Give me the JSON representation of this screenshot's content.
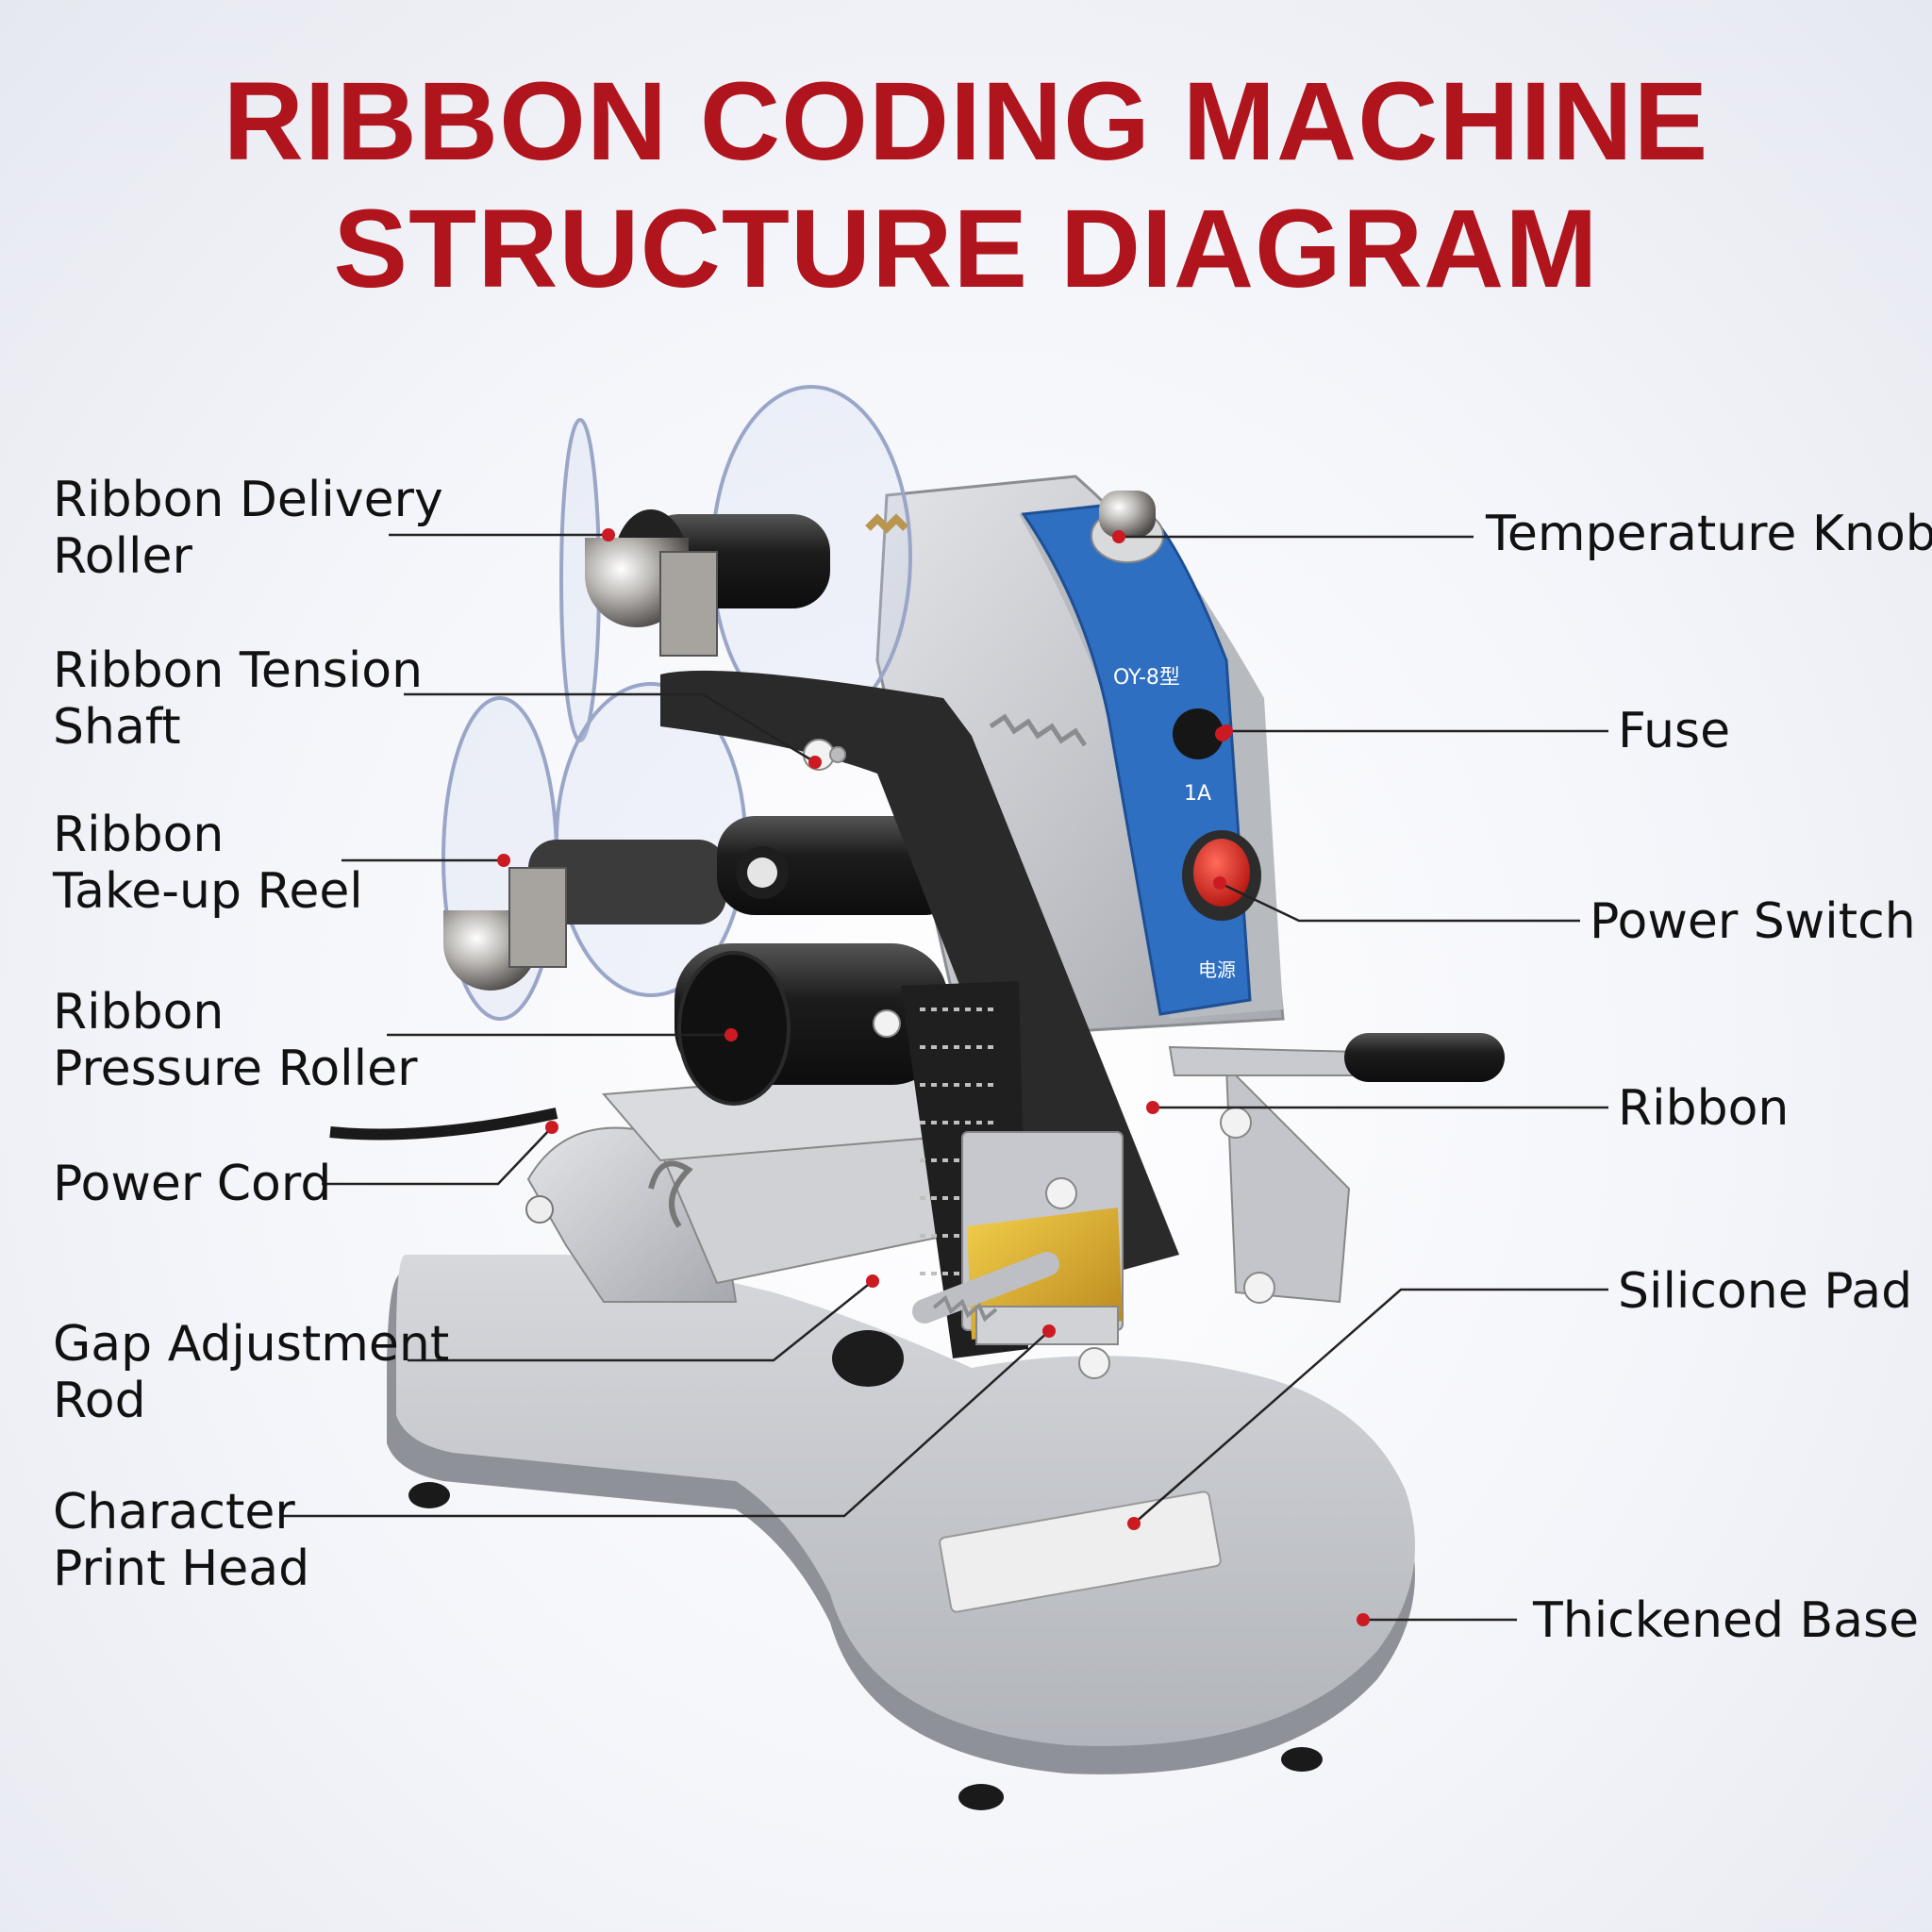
{
  "title": {
    "line1": "RIBBON CODING MACHINE",
    "line2": "STRUCTURE DIAGRAM"
  },
  "colors": {
    "title": "#b0151e",
    "label": "#111111",
    "leader_line": "#222222",
    "marker_dot": "#cc1a22",
    "panel_blue": "#2f6fc1",
    "machine_silver": "#c9cbd0",
    "ribbon_black": "#2a2a2a"
  },
  "labels": {
    "ribbon_delivery_roller": [
      "Ribbon Delivery",
      "Roller"
    ],
    "ribbon_tension_shaft": [
      "Ribbon Tension",
      "Shaft"
    ],
    "ribbon_takeup_reel": [
      "Ribbon",
      "Take-up Reel"
    ],
    "ribbon_pressure_roller": [
      "Ribbon",
      "Pressure Roller"
    ],
    "power_cord": [
      "Power Cord"
    ],
    "gap_adjustment_rod": [
      "Gap Adjustment",
      "Rod"
    ],
    "character_print_head": [
      "Character",
      "Print Head"
    ],
    "temperature_knob": [
      "Temperature Knob"
    ],
    "fuse": [
      "Fuse"
    ],
    "power_switch": [
      "Power Switch"
    ],
    "ribbon": [
      "Ribbon"
    ],
    "silicone_pad": [
      "Silicone Pad"
    ],
    "thickened_base": [
      "Thickened Base"
    ]
  },
  "panel_text": {
    "model": "OY-8型",
    "fuse_rating": "1A",
    "power": "电源"
  }
}
